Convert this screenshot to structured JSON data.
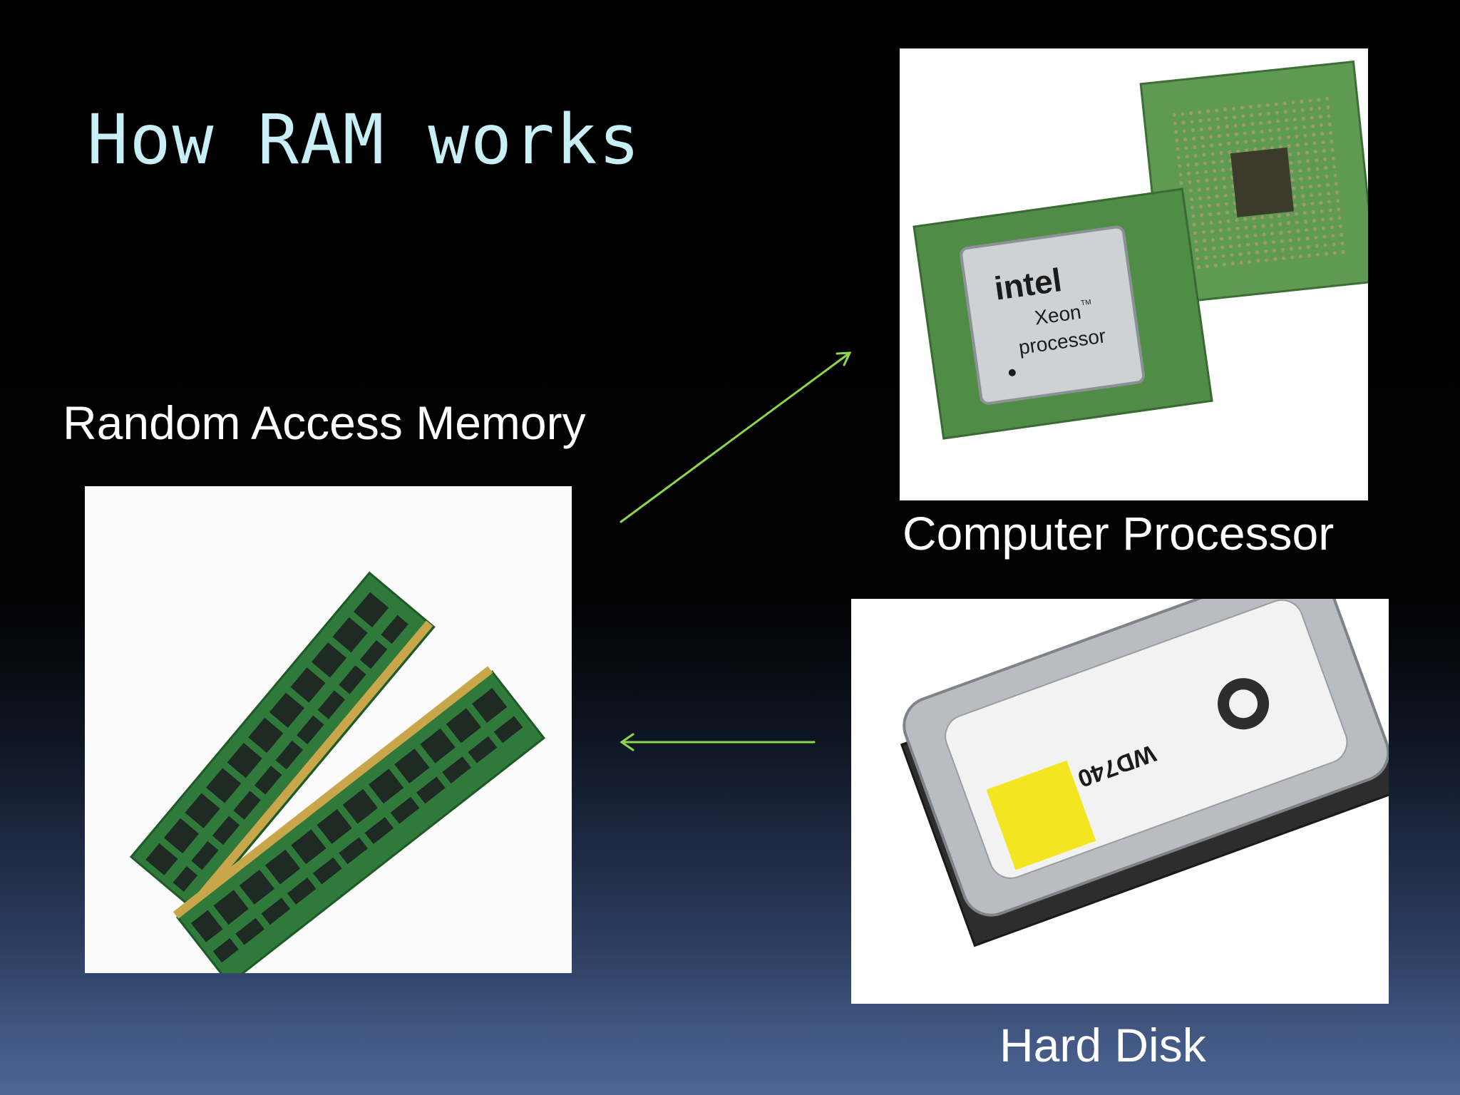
{
  "slide": {
    "title": "How RAM works",
    "ram": {
      "label": "Random Access Memory",
      "icon": "ram-module-icon"
    },
    "cpu": {
      "label": "Computer Processor",
      "icon": "cpu-chip-icon",
      "chip_brand": "intel",
      "chip_model": "Xeon",
      "chip_desc": "processor",
      "chip_tm": "TM"
    },
    "hdd": {
      "label": "Hard Disk",
      "icon": "hard-disk-icon",
      "drive_model": "WD740"
    },
    "arrows": {
      "color": "#8cd84a",
      "ram_to_cpu": "arrow-ram-to-cpu",
      "hdd_to_ram": "arrow-hdd-to-ram"
    },
    "colors": {
      "title": "#c8eef6",
      "labels": "#ffffff",
      "pcb_green": "#2f7a3a"
    }
  }
}
